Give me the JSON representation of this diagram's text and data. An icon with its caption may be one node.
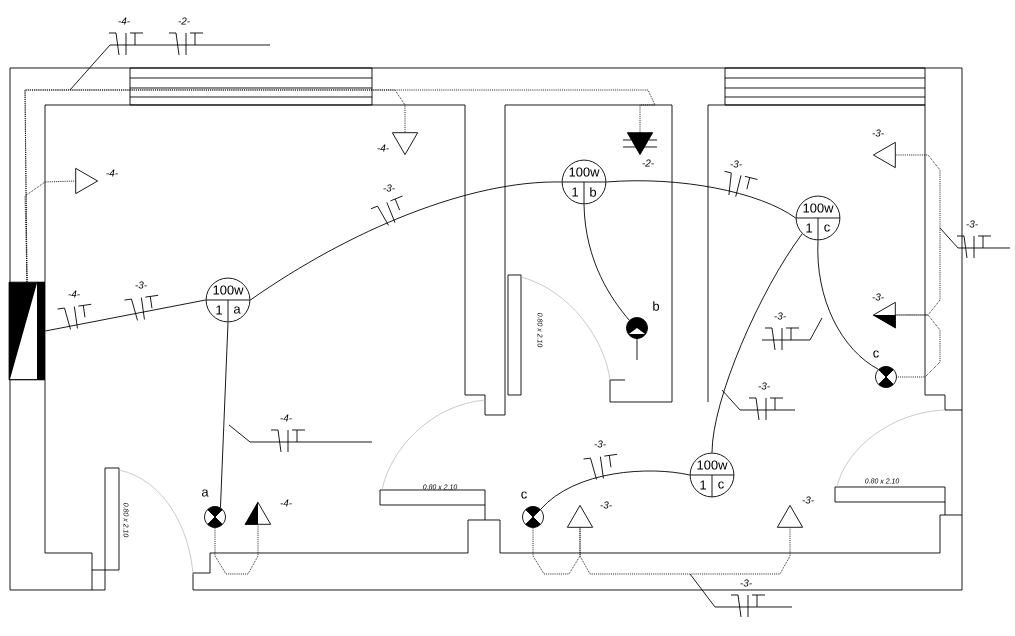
{
  "diagram": {
    "nodes": [
      {
        "text": [
          "100w",
          "1",
          "a"
        ]
      },
      {
        "text": [
          "100w",
          "1",
          "b"
        ]
      },
      {
        "text": [
          "100w",
          "1",
          "c"
        ]
      },
      {
        "text": [
          "100w",
          "1",
          "c"
        ]
      },
      {
        "text": [],
        "shape": "circle",
        "beside": [
          "a"
        ]
      },
      {
        "text": [],
        "shape": "circle",
        "beside": [
          "b"
        ]
      },
      {
        "text": [],
        "shape": "circle",
        "beside": [
          "c"
        ]
      },
      {
        "text": [],
        "shape": "circle",
        "beside": [
          "c"
        ]
      },
      {
        "text": [],
        "shape": "triangle",
        "beside": [
          "-4-"
        ]
      },
      {
        "text": [],
        "shape": "triangle",
        "beside": [
          "-4-"
        ]
      },
      {
        "text": [],
        "shape": "triangle",
        "beside": [
          "-2-"
        ]
      },
      {
        "text": [],
        "shape": "triangle",
        "beside": [
          "-3-"
        ]
      },
      {
        "text": [],
        "shape": "triangle",
        "beside": [
          "-3-"
        ]
      },
      {
        "text": [],
        "shape": "triangle",
        "beside": [
          "-4-"
        ]
      },
      {
        "text": [],
        "shape": "triangle",
        "beside": [
          "-3-"
        ]
      },
      {
        "text": [],
        "shape": "triangle",
        "beside": [
          "-3-"
        ]
      },
      {
        "text": [],
        "shape": "box"
      }
    ],
    "edges": [
      {
        "from": 16,
        "to": 0,
        "arrow": "none"
      },
      {
        "from": 0,
        "to": 1,
        "arrow": "none"
      },
      {
        "from": 1,
        "to": 2,
        "arrow": "none"
      },
      {
        "from": 1,
        "to": 5,
        "arrow": "none"
      },
      {
        "from": 0,
        "to": 4,
        "arrow": "none"
      },
      {
        "from": 2,
        "to": 6,
        "arrow": "none"
      },
      {
        "from": 2,
        "to": 3,
        "arrow": "none"
      },
      {
        "from": 3,
        "to": 7,
        "arrow": "none"
      },
      {
        "from": 16,
        "to": 8,
        "arrow": "none",
        "style": "dashed"
      },
      {
        "from": 16,
        "to": 9,
        "arrow": "none",
        "style": "dashed"
      },
      {
        "from": 16,
        "to": 10,
        "arrow": "none",
        "style": "dashed"
      },
      {
        "from": 11,
        "to": 12,
        "arrow": "none",
        "style": "dashed"
      },
      {
        "from": 12,
        "to": 6,
        "arrow": "none",
        "style": "dashed"
      },
      {
        "from": 4,
        "to": 13,
        "arrow": "none",
        "style": "dashed"
      },
      {
        "from": 7,
        "to": 14,
        "arrow": "none",
        "style": "dashed"
      },
      {
        "from": 14,
        "to": 15,
        "arrow": "none",
        "style": "dashed"
      }
    ],
    "labels": [
      "-4-",
      "-2-",
      "-3-",
      "-3-",
      "-3-",
      "-4-",
      "-3-",
      "0.80 x 2.10",
      "-3-",
      "-3-",
      "-4-",
      "-3-",
      "0.80 x 2.10",
      "0.80 x 2.10",
      "0.80 x 2.10",
      "-3-"
    ]
  }
}
